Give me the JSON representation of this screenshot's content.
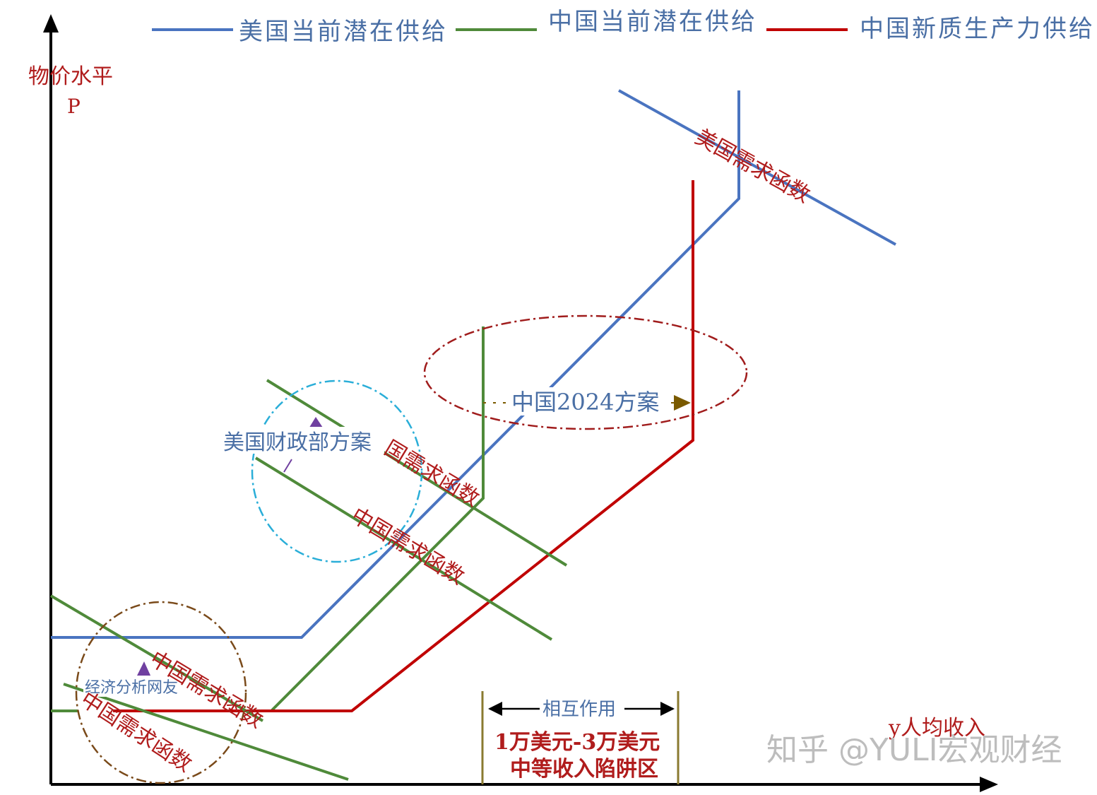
{
  "legend": {
    "us_supply": "美国当前潜在供给",
    "cn_supply": "中国当前潜在供给",
    "cn_new_supply": "中国新质生产力供给"
  },
  "axes": {
    "y_label": "物价水平",
    "y_symbol": "P",
    "x_label": "y人均收入"
  },
  "curves": {
    "us_demand": "美国需求函数",
    "us_demand_shifted": "国需求函数",
    "cn_demand_mid": "中国需求函数",
    "cn_demand_low_upper": "中国需求函数",
    "cn_demand_low_lower": "中国需求函数"
  },
  "annotations": {
    "us_treasury_plan": "美国财政部方案",
    "china_2024_plan": "中国2024方案",
    "netizen_plan": "经济分析网友",
    "interaction": "相互作用",
    "income_range": "1万美元-3万美元",
    "trap_zone": "中等收入陷阱区"
  },
  "watermark": "知乎 @YULI宏观财经",
  "colors": {
    "us_supply": "#4a74c0",
    "cn_supply": "#4f8a3a",
    "cn_new_supply": "#c00000",
    "circle_us": "#2aaed8",
    "circle_cn_plan": "#a01c1c",
    "circle_netizen": "#7a4a1a",
    "arrow_marker": "#7040a0",
    "arrow_plan": "#7a5a00"
  }
}
